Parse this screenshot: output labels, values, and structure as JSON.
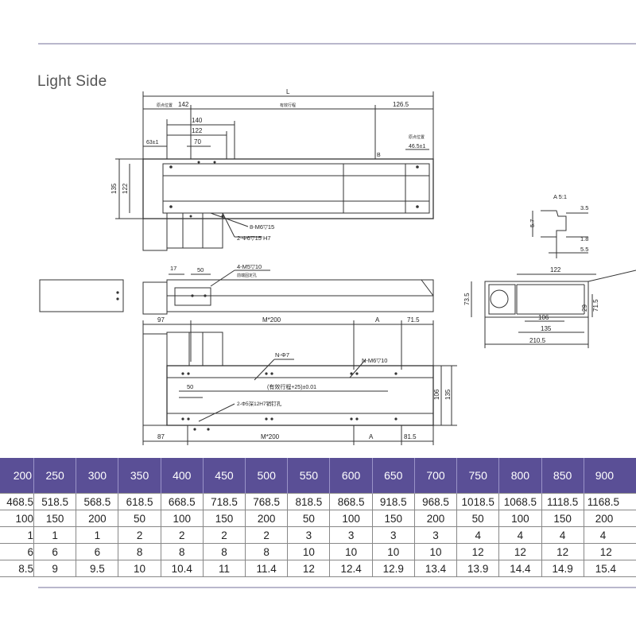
{
  "section_title": "Light Side",
  "front_view": {
    "overall_length": "L",
    "left_offset": "142",
    "center_label": "有效行程",
    "right_offset": "126.5",
    "dim_140": "140",
    "dim_122": "122",
    "dim_70": "70",
    "dim_63": "63±1",
    "dim_46": "46.5±1",
    "small_label_left": "原点位置",
    "small_label_right": "原点位置",
    "height_135": "135",
    "height_122": "122",
    "callout_m6": "8-M6▽15",
    "callout_pin": "2-Φ6▽15 H7",
    "marker_b": "B"
  },
  "mid_view": {
    "dim_17": "17",
    "dim_50": "50",
    "callout_m5": "4-M5▽10",
    "callout_m5_note": "前端固定孔"
  },
  "bottom_view": {
    "dim_97": "97",
    "dim_m200_top": "M*200",
    "dim_a_top": "A",
    "dim_71": "71.5",
    "callout_n7": "N-Φ7",
    "callout_nm6": "N-M6▽10",
    "stroke_note": "(有效行程+25)±0.01",
    "dim_50": "50",
    "callout_pin5": "2-Φ5深12H7销钉孔",
    "height_106": "106",
    "height_135": "135",
    "dim_87": "87",
    "dim_m200_bottom": "M*200",
    "dim_a_bottom": "A",
    "dim_81": "81.5"
  },
  "detail_a": {
    "label": "A 5:1",
    "dim_35": "3.5",
    "dim_57": "5.7",
    "dim_18": "1.8",
    "dim_55": "5.5"
  },
  "end_view": {
    "dim_122": "122",
    "dim_735": "73.5",
    "dim_29": "29",
    "dim_71": "71.5",
    "dim_106": "106",
    "dim_135": "135",
    "dim_2105": "210.5"
  },
  "table": {
    "header": [
      "200",
      "250",
      "300",
      "350",
      "400",
      "450",
      "500",
      "550",
      "600",
      "650",
      "700",
      "750",
      "800",
      "850",
      "900"
    ],
    "rows": [
      [
        "468.5",
        "518.5",
        "568.5",
        "618.5",
        "668.5",
        "718.5",
        "768.5",
        "818.5",
        "868.5",
        "918.5",
        "968.5",
        "1018.5",
        "1068.5",
        "1118.5",
        "1168.5"
      ],
      [
        "100",
        "150",
        "200",
        "50",
        "100",
        "150",
        "200",
        "50",
        "100",
        "150",
        "200",
        "50",
        "100",
        "150",
        "200"
      ],
      [
        "1",
        "1",
        "1",
        "2",
        "2",
        "2",
        "2",
        "3",
        "3",
        "3",
        "3",
        "4",
        "4",
        "4",
        "4"
      ],
      [
        "6",
        "6",
        "6",
        "8",
        "8",
        "8",
        "8",
        "10",
        "10",
        "10",
        "10",
        "12",
        "12",
        "12",
        "12"
      ],
      [
        "8.5",
        "9",
        "9.5",
        "10",
        "10.4",
        "11",
        "11.4",
        "12",
        "12.4",
        "12.9",
        "13.4",
        "13.9",
        "14.4",
        "14.9",
        "15.4"
      ]
    ]
  }
}
